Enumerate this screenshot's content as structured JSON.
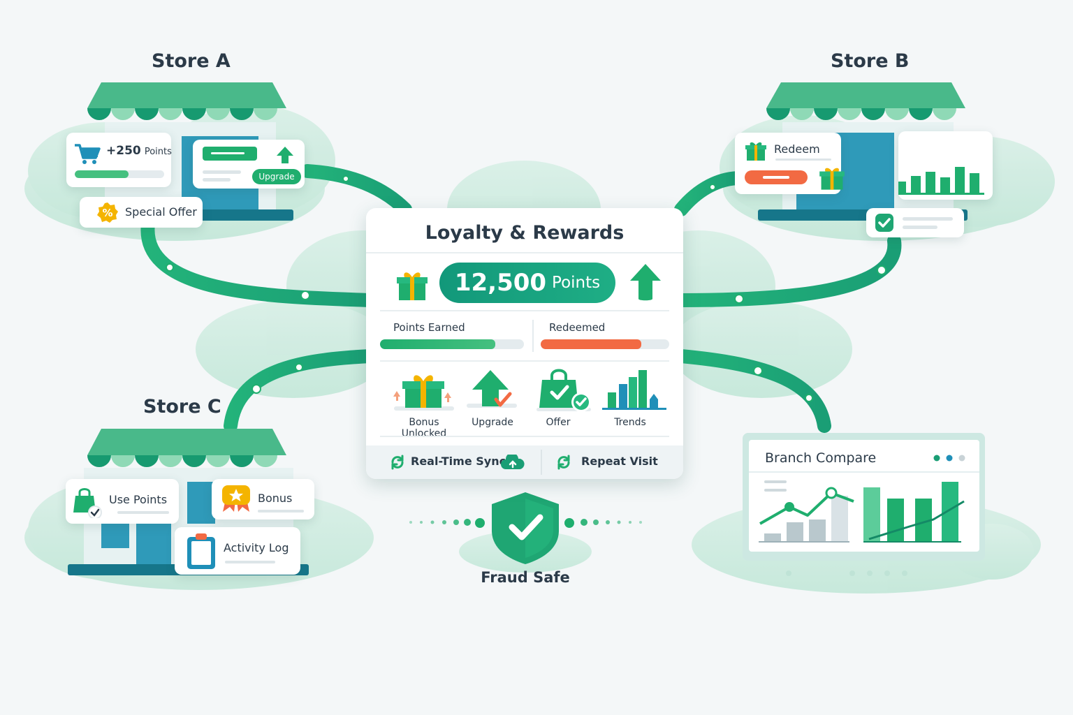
{
  "stores": {
    "store_a": {
      "title": "Store A",
      "points_card": {
        "value": "+250",
        "unit": "Points",
        "progress": 0.6
      },
      "upgrade_card": {
        "badge": "Upgrade"
      },
      "offer_card": {
        "label": "Special Offer"
      }
    },
    "store_b": {
      "title": "Store B",
      "redeem_card": {
        "label": "Redeem"
      }
    },
    "store_c": {
      "title": "Store C",
      "use_points_card": {
        "label": "Use Points"
      },
      "bonus_card": {
        "label": "Bonus"
      },
      "activity_card": {
        "label": "Activity Log"
      }
    }
  },
  "panel": {
    "title": "Loyalty & Rewards",
    "points_value": "12,500",
    "points_unit": "Points",
    "earned": {
      "label": "Points Earned",
      "progress": 0.8
    },
    "redeemed": {
      "label": "Redeemed",
      "progress": 0.78
    },
    "features": [
      {
        "label": "Bonus Unlocked"
      },
      {
        "label": "Upgrade"
      },
      {
        "label": "Offer"
      },
      {
        "label": "Trends"
      }
    ],
    "footer": {
      "sync_label": "Real-Time Sync",
      "repeat_label": "Repeat Visit"
    }
  },
  "fraud": {
    "label": "Fraud Safe"
  },
  "branch_compare": {
    "title": "Branch Compare"
  },
  "colors": {
    "green": "#1fae6e",
    "teal": "#14917a",
    "orange": "#f26a43",
    "accent_blue": "#1f8fb8",
    "yellow": "#f4b400"
  }
}
